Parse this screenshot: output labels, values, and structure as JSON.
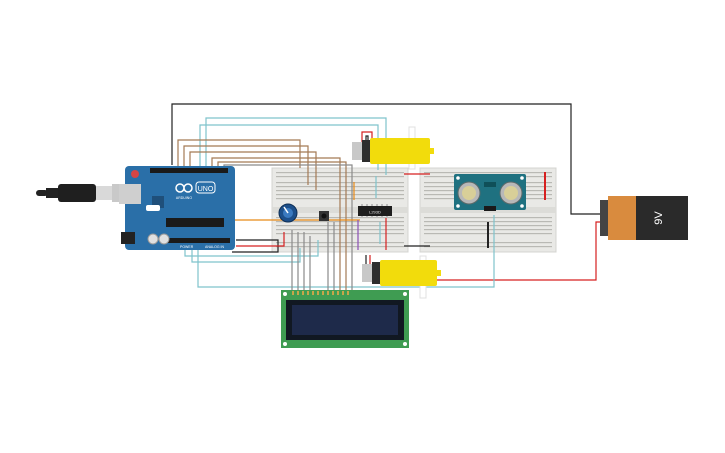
{
  "arduino": {
    "brand_text": "ARDUINO",
    "model_text": "UNO",
    "power_label": "POWER",
    "analog_label": "ANALOG IN"
  },
  "ic": {
    "label": "L293D"
  },
  "battery": {
    "label": "9V"
  },
  "colors": {
    "arduino_blue": "#2a6fa8",
    "motor_yellow": "#f2dc0c",
    "sensor_teal": "#1f7180",
    "lcd_green": "#3f9c52",
    "lcd_screen": "#1e2a4a",
    "battery_orange": "#d98b3e",
    "battery_black": "#2a2a2a",
    "wire_red": "#d62020",
    "wire_black": "#222222",
    "wire_cyan": "#7fc3cc",
    "wire_brown": "#a47a55",
    "wire_orange": "#e88a18",
    "wire_gray": "#8a8a8a",
    "wire_purple": "#8a4fb5"
  }
}
